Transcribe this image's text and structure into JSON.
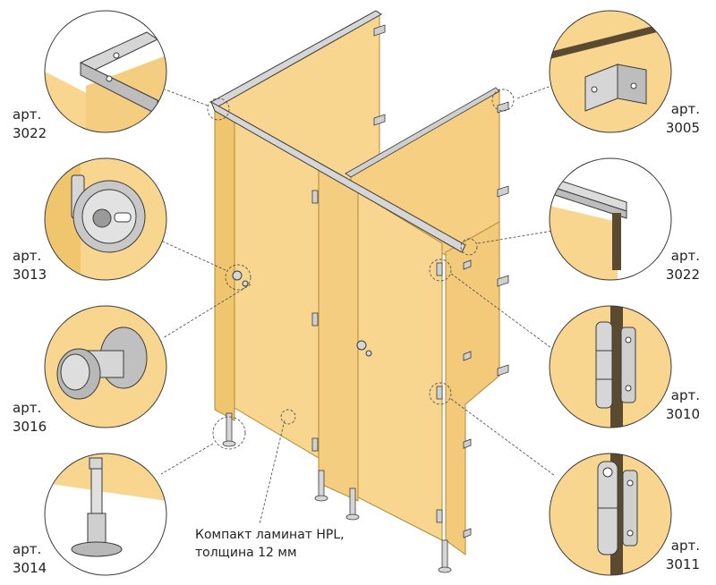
{
  "colors": {
    "panel": "#f8d690",
    "panel_dark": "#efc56e",
    "panel_edge": "#b08a3a",
    "metal": "#d6d6d6",
    "metal_dark": "#8e8e8e",
    "outline": "#3a3a3a",
    "leader": "#555555"
  },
  "callouts": [
    {
      "id": "top-left-rail",
      "prefix": "арт.",
      "code": "3022",
      "icon": "corner-rail-icon"
    },
    {
      "id": "door-lock",
      "prefix": "арт.",
      "code": "3013",
      "icon": "lock-indicator-icon"
    },
    {
      "id": "door-knob",
      "prefix": "арт.",
      "code": "3016",
      "icon": "door-knob-icon"
    },
    {
      "id": "support-leg",
      "prefix": "арт.",
      "code": "3014",
      "icon": "support-leg-icon"
    },
    {
      "id": "wall-bracket",
      "prefix": "арт.",
      "code": "3005",
      "icon": "wall-bracket-icon"
    },
    {
      "id": "top-rail",
      "prefix": "арт.",
      "code": "3022",
      "icon": "top-rail-icon"
    },
    {
      "id": "hinge-upper",
      "prefix": "арт.",
      "code": "3010",
      "icon": "hinge-icon"
    },
    {
      "id": "hinge-lower",
      "prefix": "арт.",
      "code": "3011",
      "icon": "hinge-spring-icon"
    }
  ],
  "material_note": {
    "line1": "Компакт ламинат HPL,",
    "line2": "толщина 12 мм"
  }
}
